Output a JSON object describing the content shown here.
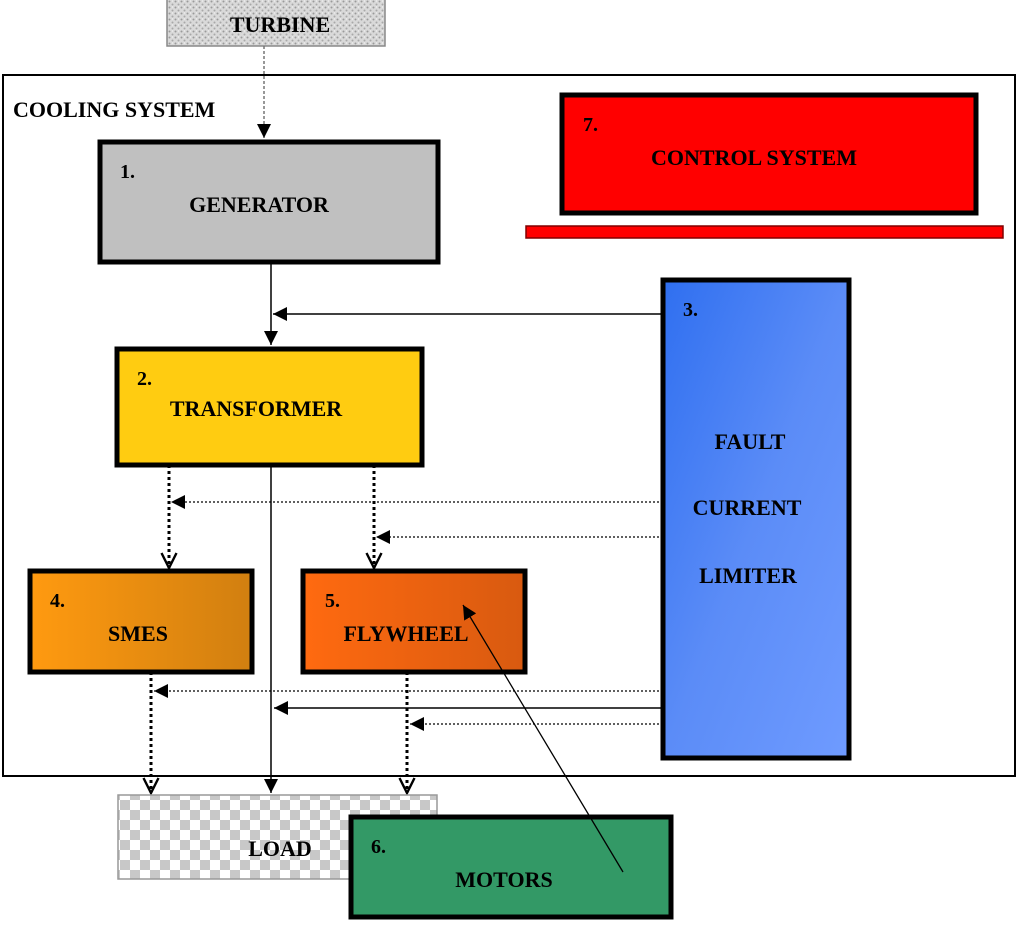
{
  "turbine": {
    "label": "TURBINE"
  },
  "cooling_system": {
    "label": "COOLING SYSTEM"
  },
  "generator": {
    "number": "1.",
    "label": "GENERATOR",
    "color": "#c0c0c0"
  },
  "transformer": {
    "number": "2.",
    "label": "TRANSFORMER",
    "color": "#ffcc11"
  },
  "fault_current_limiter": {
    "number": "3.",
    "label_lines": [
      "FAULT",
      "CURRENT",
      "LIMITER"
    ],
    "color": "#5b8cf7"
  },
  "smes": {
    "number": "4.",
    "label": "SMES",
    "color": "#e08a10"
  },
  "flywheel": {
    "number": "5.",
    "label": "FLYWHEEL",
    "color": "#f06a10"
  },
  "motors": {
    "number": "6.",
    "label": "MOTORS",
    "color": "#339966"
  },
  "control_system": {
    "number": "7.",
    "label": "CONTROL SYSTEM",
    "color": "#ff0000"
  },
  "load": {
    "label": "LOAD"
  }
}
